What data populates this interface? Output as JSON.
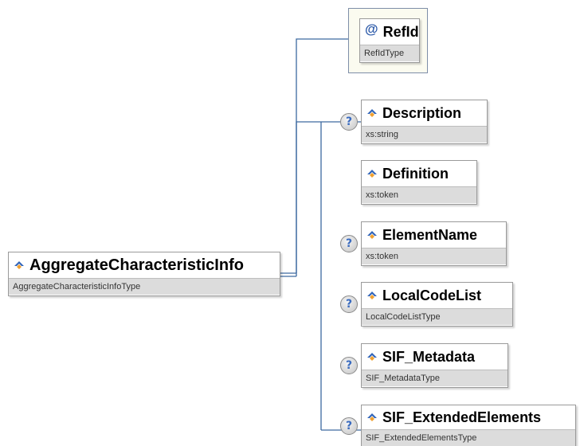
{
  "root": {
    "name": "AggregateCharacteristicInfo",
    "type": "AggregateCharacteristicInfoType"
  },
  "attribute": {
    "symbol": "@",
    "name": "RefId",
    "type": "RefIdType"
  },
  "optional_marker": "?",
  "children": [
    {
      "name": "Description",
      "type": "xs:string",
      "optional": true
    },
    {
      "name": "Definition",
      "type": "xs:token",
      "optional": false
    },
    {
      "name": "ElementName",
      "type": "xs:token",
      "optional": true
    },
    {
      "name": "LocalCodeList",
      "type": "LocalCodeListType",
      "optional": true
    },
    {
      "name": "SIF_Metadata",
      "type": "SIF_MetadataType",
      "optional": true
    },
    {
      "name": "SIF_ExtendedElements",
      "type": "SIF_ExtendedElementsType",
      "optional": true
    }
  ],
  "colors": {
    "connector": "#3d6aa0",
    "icon_blue": "#2f63b8",
    "icon_orange": "#f0a030"
  }
}
